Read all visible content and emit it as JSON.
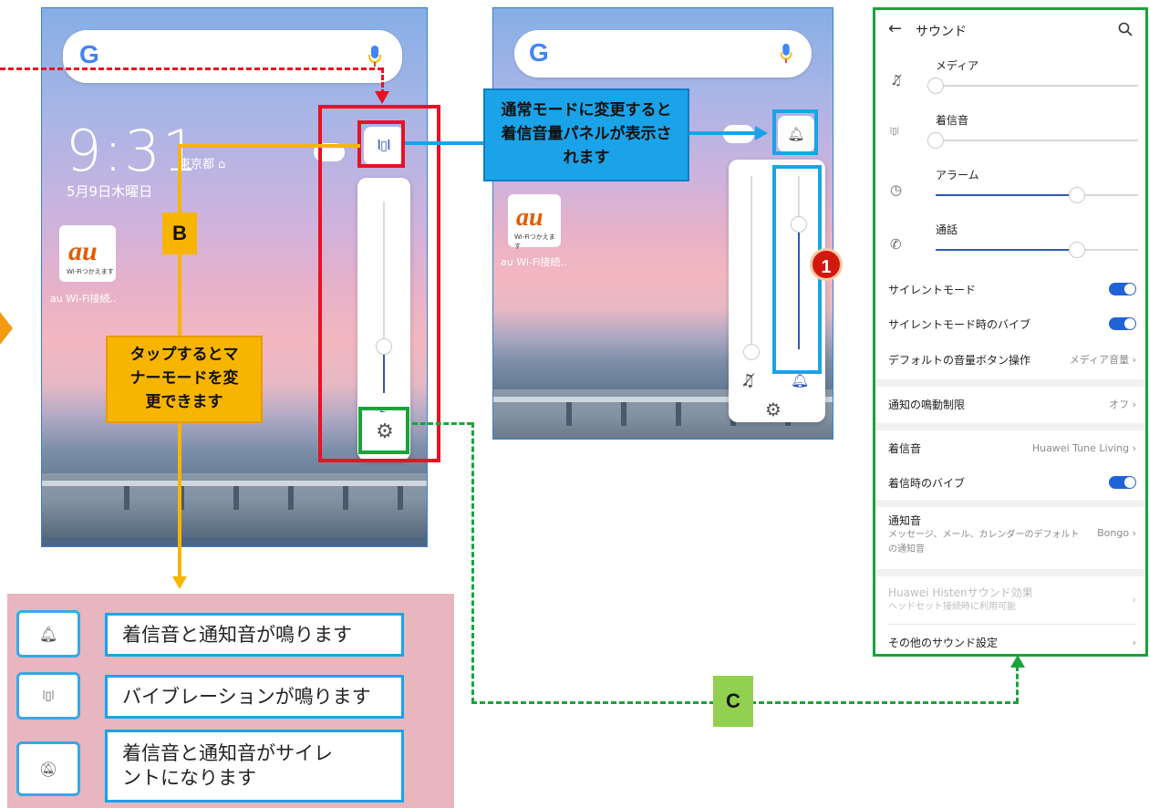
{
  "phone1": {
    "clock": "9:31",
    "location": "東京都 ⌂",
    "date": "5月9日木曜日",
    "app_label": "au Wi-Fi接続..",
    "app_logo": "au",
    "app_logo_sub": "Wi-Fiつかえます"
  },
  "phone2": {
    "app_label": "au Wi-Fi接続..",
    "app_logo": "au",
    "app_logo_sub": "Wi-Fiつかえます"
  },
  "callouts": {
    "normal_mode": "通常モードに変更すると着信音量パネルが表示されます",
    "tap_text": "タップするとマナーモードを変更できます",
    "label_b": "B",
    "label_c": "C",
    "badge_1": "1"
  },
  "legend": {
    "items": [
      {
        "icon": "bell-icon",
        "text": "着信音と通知音が鳴ります"
      },
      {
        "icon": "vibrate-icon",
        "text": "バイブレーションが鳴ります"
      },
      {
        "icon": "bell-off-icon",
        "text": "着信音と通知音がサイレントになります"
      }
    ]
  },
  "sound_settings": {
    "title": "サウンド",
    "sliders": [
      {
        "label": "メディア",
        "icon": "media-muted-icon",
        "level": 0.0
      },
      {
        "label": "着信音",
        "icon": "vibrate-icon",
        "level": 0.0
      },
      {
        "label": "アラーム",
        "icon": "alarm-icon",
        "level": 0.7
      },
      {
        "label": "通話",
        "icon": "phone-icon",
        "level": 0.7
      }
    ],
    "rows": {
      "silent_mode": "サイレントモード",
      "silent_vibe": "サイレントモード時のバイブ",
      "default_volume_button": "デフォルトの音量ボタン操作",
      "default_volume_value": "メディア音量",
      "notify_limit": "通知の鳴動制限",
      "notify_limit_value": "オフ",
      "ringtone": "着信音",
      "ringtone_value": "Huawei Tune Living",
      "ring_vibe": "着信時のバイブ",
      "notification_sound": "通知音",
      "notification_desc": "メッセージ、メール、カレンダーのデフォルトの通知音",
      "notification_value": "Bongo",
      "histen": "Huawei Histenサウンド効果",
      "histen_desc": "ヘッドセット接続時に利用可能",
      "other": "その他のサウンド設定"
    }
  },
  "colors": {
    "red": "#e81123",
    "yellow": "#f7b500",
    "blue": "#1aa3e8",
    "green": "#1aa33a",
    "lime": "#92d050",
    "orange": "#f39c12",
    "toggle": "#1f63d6"
  }
}
